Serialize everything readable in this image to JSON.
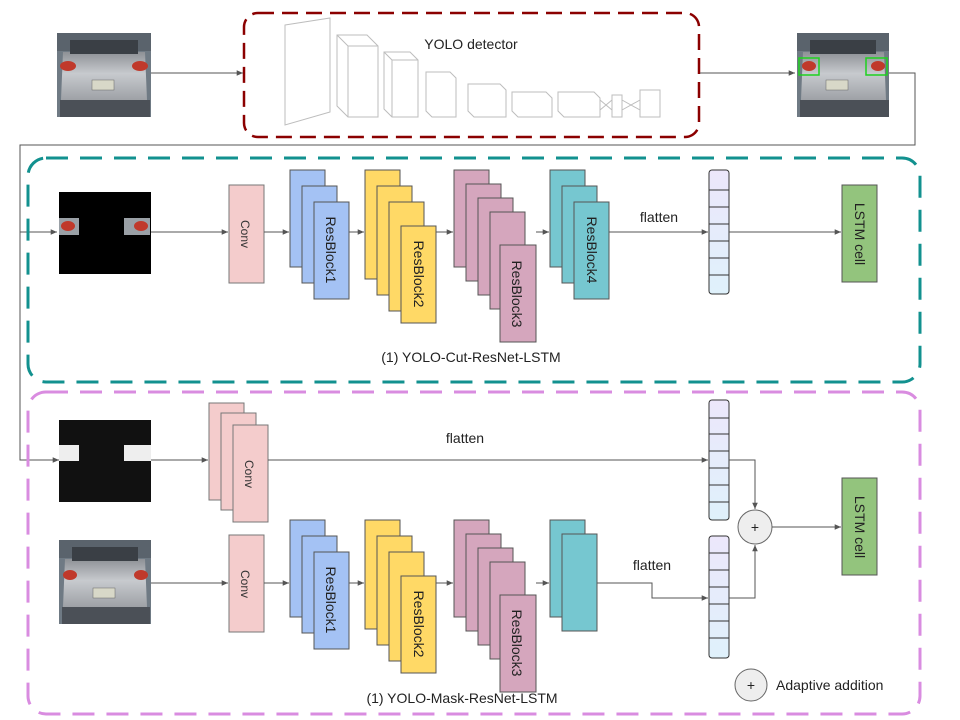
{
  "detector": {
    "title": "YOLO detector"
  },
  "branch1": {
    "caption": "(1)  YOLO-Cut-ResNet-LSTM",
    "conv_label": "Conv",
    "blocks": [
      "ResBlock1",
      "ResBlock2",
      "ResBlock3",
      "ResBlock4"
    ],
    "flatten_label": "flatten",
    "lstm_label": "LSTM cell"
  },
  "branch2": {
    "caption": "(1)  YOLO-Mask-ResNet-LSTM",
    "conv_label": "Conv",
    "conv_main_label": "Conv",
    "blocks": [
      "ResBlock1",
      "ResBlock2",
      "ResBlock3"
    ],
    "flatten_top_label": "flatten",
    "flatten_bottom_label": "flatten",
    "lstm_label": "LSTM cell",
    "add_symbol": "+"
  },
  "legend": {
    "symbol": "+",
    "label": "Adaptive addition"
  },
  "colors": {
    "detector_border": "#8b0000",
    "branch1_border": "#12918f",
    "branch2_border": "#d98ce0",
    "conv": "#f4cccc",
    "resblock1": "#a4c2f4",
    "resblock2": "#ffd966",
    "resblock3": "#d5a6bd",
    "resblock4": "#76c7d0",
    "lstm": "#93c47d",
    "vector": "#e6e9fb"
  }
}
